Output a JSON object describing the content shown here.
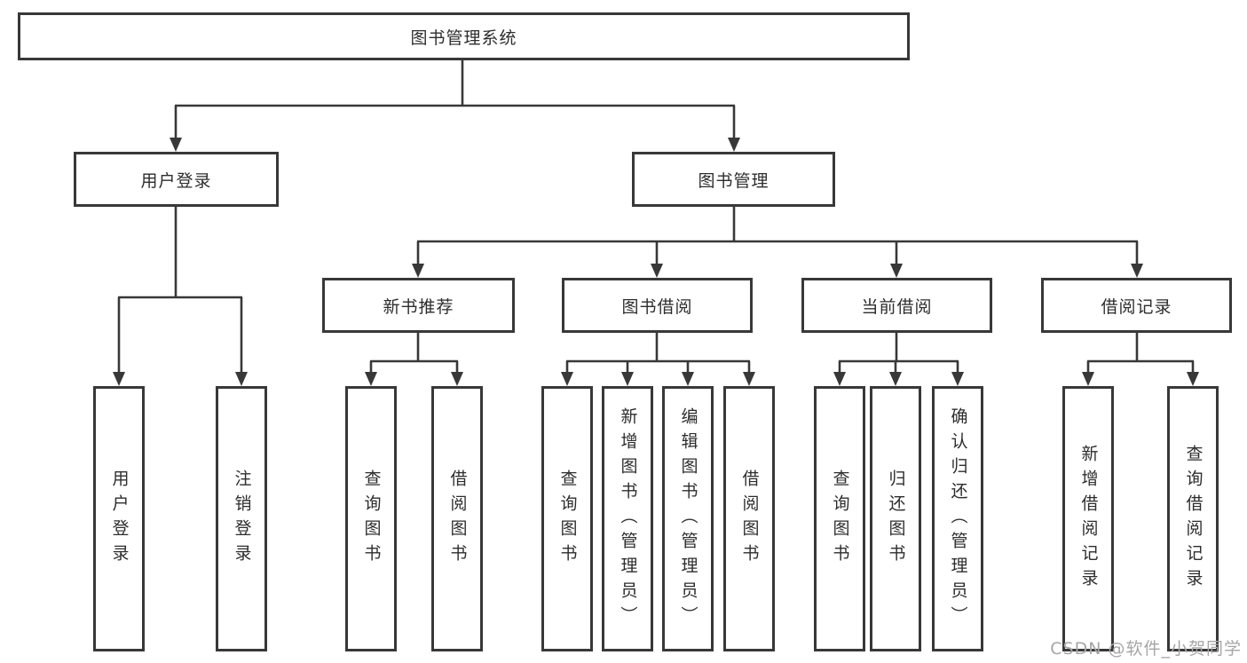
{
  "diagram_title": "图书管理系统",
  "tree": {
    "root": {
      "label": "图书管理系统"
    },
    "branches": [
      {
        "label": "用户登录",
        "children": [
          {
            "label": "用户登录"
          },
          {
            "label": "注销登录"
          }
        ]
      },
      {
        "label": "图书管理",
        "children": [
          {
            "label": "新书推荐",
            "children": [
              {
                "label": "查询图书"
              },
              {
                "label": "借阅图书"
              }
            ]
          },
          {
            "label": "图书借阅",
            "children": [
              {
                "label": "查询图书"
              },
              {
                "label": "新增图书（管理员）"
              },
              {
                "label": "编辑图书（管理员）"
              },
              {
                "label": "借阅图书"
              }
            ]
          },
          {
            "label": "当前借阅",
            "children": [
              {
                "label": "查询图书"
              },
              {
                "label": "归还图书"
              },
              {
                "label": "确认归还（管理员）"
              }
            ]
          },
          {
            "label": "借阅记录",
            "children": [
              {
                "label": "新增借阅记录"
              },
              {
                "label": "查询借阅记录"
              }
            ]
          }
        ]
      }
    ]
  },
  "watermark": {
    "text": "CSDN @软件_小贺同学"
  },
  "colors": {
    "line": "#383838",
    "box_border": "#383838",
    "box_fill": "#ffffff",
    "text": "#2d2d2d",
    "watermark": "#a6a6a6",
    "background": "#ffffff"
  }
}
